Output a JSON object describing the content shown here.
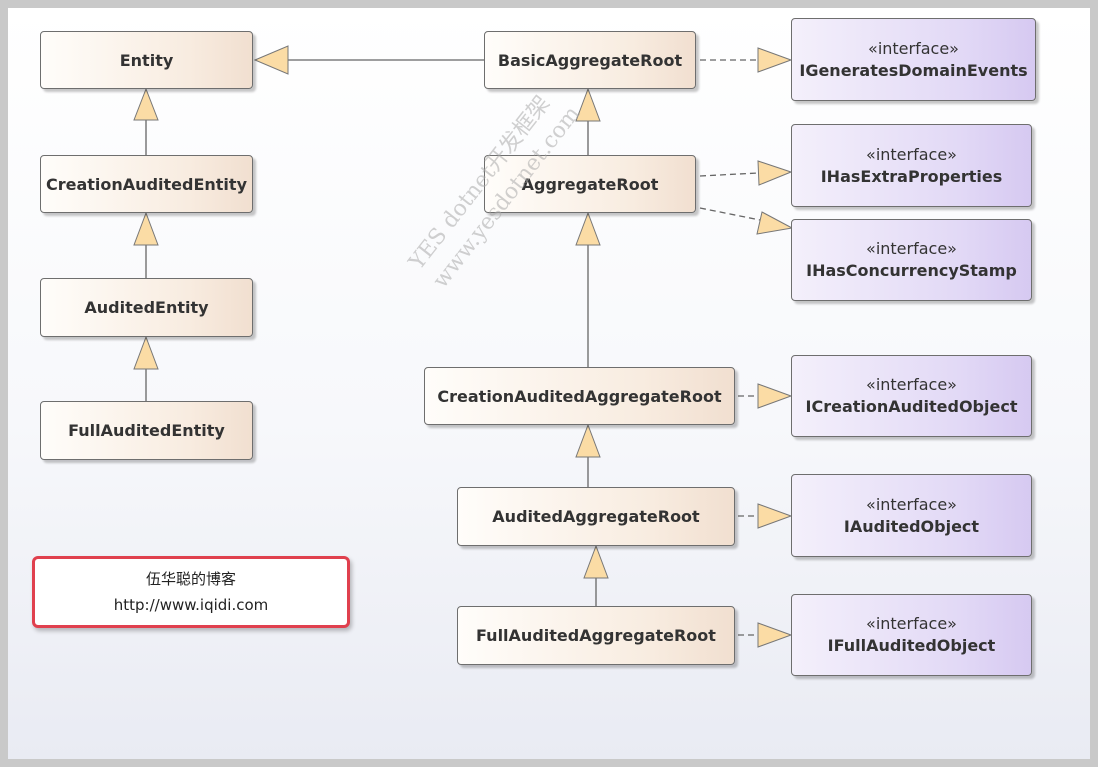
{
  "classes": {
    "entity": "Entity",
    "creation_audited_entity": "CreationAuditedEntity",
    "audited_entity": "AuditedEntity",
    "full_audited_entity": "FullAuditedEntity",
    "basic_aggregate_root": "BasicAggregateRoot",
    "aggregate_root": "AggregateRoot",
    "creation_audited_aggregate_root": "CreationAuditedAggregateRoot",
    "audited_aggregate_root": "AuditedAggregateRoot",
    "full_audited_aggregate_root": "FullAuditedAggregateRoot"
  },
  "interfaces": {
    "stereotype": "«interface»",
    "generates_domain_events": "IGeneratesDomainEvents",
    "has_extra_properties": "IHasExtraProperties",
    "has_concurrency_stamp": "IHasConcurrencyStamp",
    "creation_audited_object": "ICreationAuditedObject",
    "audited_object": "IAuditedObject",
    "full_audited_object": "IFullAuditedObject"
  },
  "watermark": {
    "line1": "YES  dotnet开发框架",
    "line2": "www.yesdotnet.com"
  },
  "blog_box": {
    "title": "伍华聪的博客",
    "url": "http://www.iqidi.com"
  },
  "colors": {
    "class_fill_light": "#fffdfa",
    "class_fill_dark": "#f1dfd0",
    "interface_fill_light": "#f4f0fb",
    "interface_fill_dark": "#d6c9f1",
    "arrow_fill": "#fbdca5",
    "blog_border": "#e0404e"
  }
}
